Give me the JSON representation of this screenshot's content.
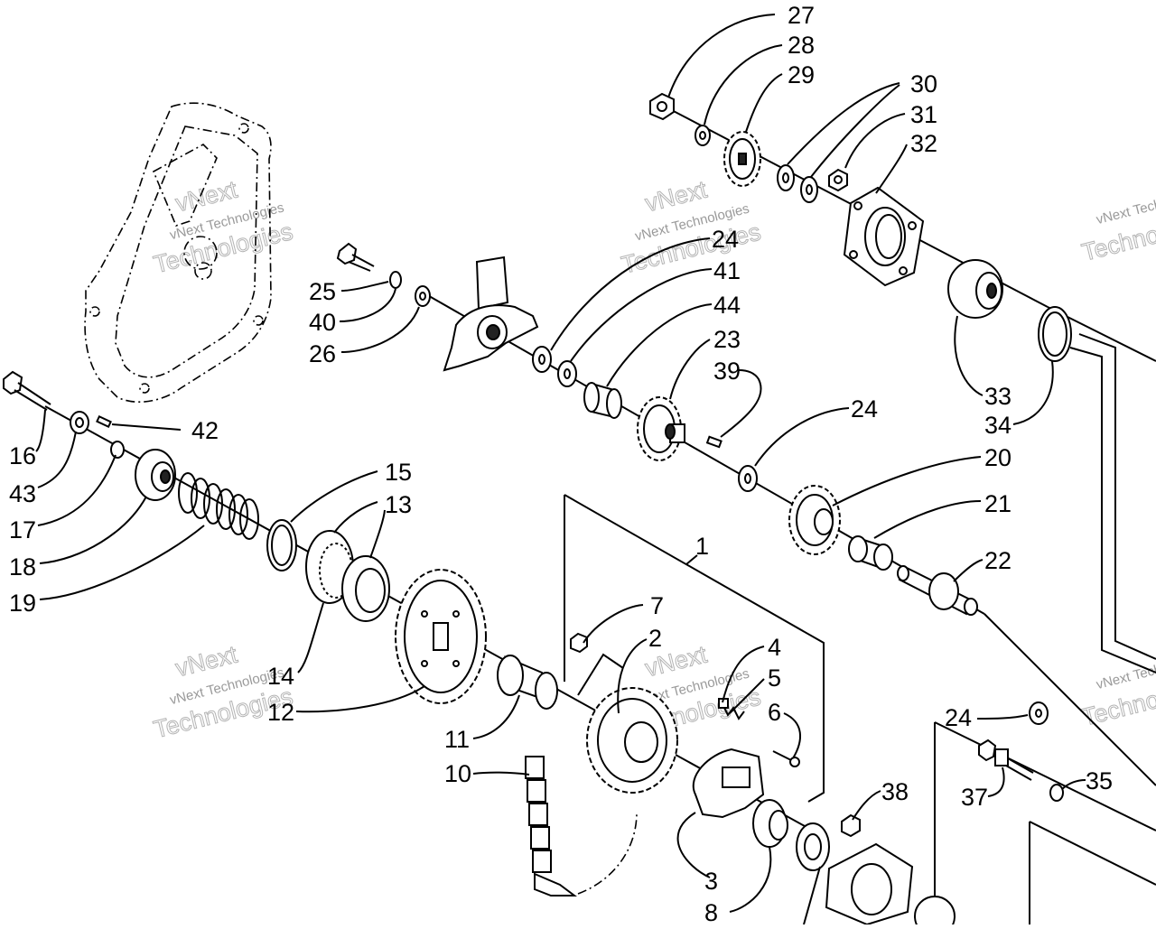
{
  "watermark": {
    "line1": "vNext",
    "line2": "vNext Technologies",
    "line3": "Technologies",
    "line4": "vNext Technologies"
  },
  "callouts": [
    {
      "id": "c27",
      "text": "27"
    },
    {
      "id": "c28",
      "text": "28"
    },
    {
      "id": "c29",
      "text": "29"
    },
    {
      "id": "c30",
      "text": "30"
    },
    {
      "id": "c31",
      "text": "31"
    },
    {
      "id": "c32",
      "text": "32"
    },
    {
      "id": "c24a",
      "text": "24"
    },
    {
      "id": "c41",
      "text": "41"
    },
    {
      "id": "c44",
      "text": "44"
    },
    {
      "id": "c23",
      "text": "23"
    },
    {
      "id": "c39",
      "text": "39"
    },
    {
      "id": "c24b",
      "text": "24"
    },
    {
      "id": "c20",
      "text": "20"
    },
    {
      "id": "c21",
      "text": "21"
    },
    {
      "id": "c22",
      "text": "22"
    },
    {
      "id": "c33",
      "text": "33"
    },
    {
      "id": "c34",
      "text": "34"
    },
    {
      "id": "c25",
      "text": "25"
    },
    {
      "id": "c40",
      "text": "40"
    },
    {
      "id": "c26",
      "text": "26"
    },
    {
      "id": "c42",
      "text": "42"
    },
    {
      "id": "c16",
      "text": "16"
    },
    {
      "id": "c43",
      "text": "43"
    },
    {
      "id": "c17",
      "text": "17"
    },
    {
      "id": "c18",
      "text": "18"
    },
    {
      "id": "c19",
      "text": "19"
    },
    {
      "id": "c15",
      "text": "15"
    },
    {
      "id": "c13",
      "text": "13"
    },
    {
      "id": "c14",
      "text": "14"
    },
    {
      "id": "c12",
      "text": "12"
    },
    {
      "id": "c11",
      "text": "11"
    },
    {
      "id": "c10",
      "text": "10"
    },
    {
      "id": "c1",
      "text": "1"
    },
    {
      "id": "c7",
      "text": "7"
    },
    {
      "id": "c2",
      "text": "2"
    },
    {
      "id": "c4",
      "text": "4"
    },
    {
      "id": "c5",
      "text": "5"
    },
    {
      "id": "c6",
      "text": "6"
    },
    {
      "id": "c3",
      "text": "3"
    },
    {
      "id": "c8",
      "text": "8"
    },
    {
      "id": "c24c",
      "text": "24"
    },
    {
      "id": "c37",
      "text": "37"
    },
    {
      "id": "c35",
      "text": "35"
    },
    {
      "id": "c38",
      "text": "38"
    }
  ]
}
